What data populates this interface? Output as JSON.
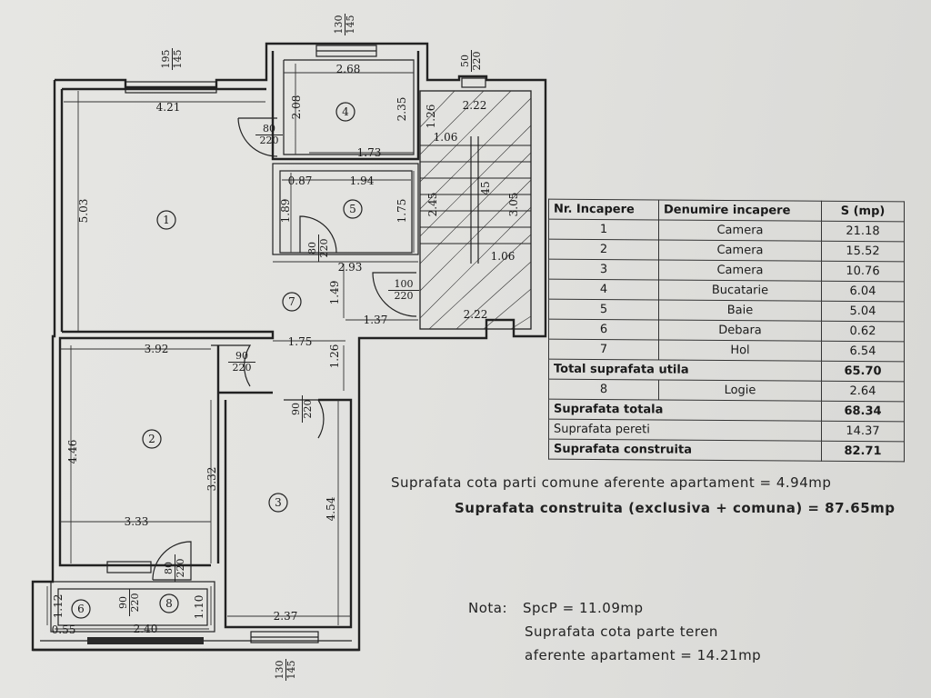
{
  "dimensions": {
    "top_window_1": "195\n145",
    "top_window_2": "130\n145",
    "top_window_3": "50\n220",
    "bottom_window": "130\n145",
    "room1_width": "4.21",
    "room1_height": "5.03",
    "room4_width": "2.68",
    "room4_h_left": "2.08",
    "room4_h_right": "2.35",
    "room4_bottom": "1.73",
    "room5_left": "0.87",
    "room5_width": "1.94",
    "room5_h_left": "1.89",
    "room5_h_right": "1.75",
    "stair_top": "2.22",
    "stair_1_06_top": "1.06",
    "stair_1_26": "1.26",
    "stair_2_45": "2.45",
    "stair_45": "45",
    "stair_3_05": "3.05",
    "stair_1_06_mid": "1.06",
    "stair_bottom": "2.22",
    "hall_2_93": "2.93",
    "hall_1_49": "1.49",
    "hall_1_37": "1.37",
    "hall_1_75": "1.75",
    "hall_1_26": "1.26",
    "room2_width_top": "3.92",
    "room2_height": "4.46",
    "room2_inner": "3.32",
    "room2_width_bottom": "3.33",
    "room3_height": "4.54",
    "room3_width": "2.37",
    "room6_h": "1.12",
    "room6_w": "0.55",
    "logia_w": "2.40",
    "logia_h": "1.10"
  },
  "doors": {
    "d1": "80\n220",
    "d2": "80\n220",
    "d3": "100\n220",
    "d4": "90\n220",
    "d5": "90\n220",
    "d6": "80\n220",
    "d7": "90\n220"
  },
  "room_numbers": [
    "1",
    "2",
    "3",
    "4",
    "5",
    "6",
    "7",
    "8"
  ],
  "table": {
    "headers": [
      "Nr. Incapere",
      "Denumire incapere",
      "S (mp)"
    ],
    "rows": [
      {
        "nr": "1",
        "name": "Camera",
        "s": "21.18"
      },
      {
        "nr": "2",
        "name": "Camera",
        "s": "15.52"
      },
      {
        "nr": "3",
        "name": "Camera",
        "s": "10.76"
      },
      {
        "nr": "4",
        "name": "Bucatarie",
        "s": "6.04"
      },
      {
        "nr": "5",
        "name": "Baie",
        "s": "5.04"
      },
      {
        "nr": "6",
        "name": "Debara",
        "s": "0.62"
      },
      {
        "nr": "7",
        "name": "Hol",
        "s": "6.54"
      }
    ],
    "total_util_label": "Total suprafata utila",
    "total_util_value": "65.70",
    "row8": {
      "nr": "8",
      "name": "Logie",
      "s": "2.64"
    },
    "total_label": "Suprafata totala",
    "total_value": "68.34",
    "walls_label": "Suprafata pereti",
    "walls_value": "14.37",
    "built_label": "Suprafata construita",
    "built_value": "82.71"
  },
  "notes": {
    "shared_common": "Suprafata cota parti comune aferente apartament = 4.94mp",
    "built_total": "Suprafata construita (exclusiva + comuna) = 87.65mp",
    "nota_label": "Nota:",
    "nota_spcp": "SpcP = 11.09mp",
    "nota_land1": "Suprafata cota parte teren",
    "nota_land2": "aferente apartament = 14.21mp"
  }
}
